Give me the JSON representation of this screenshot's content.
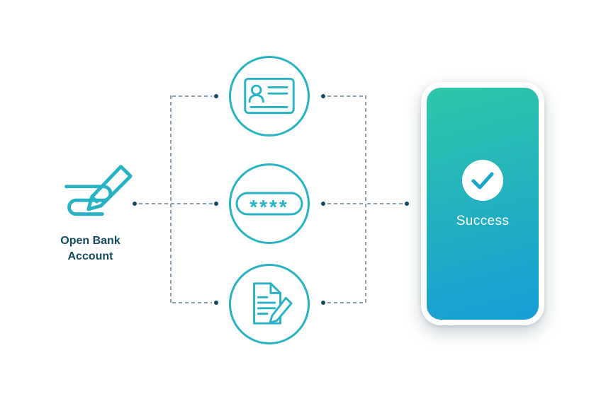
{
  "colors": {
    "accent_teal": "#27b3c4",
    "navy_text": "#114a5f",
    "dash_line": "#8aa0ae",
    "dot": "#114a5f",
    "phone_gradient_top": "#2ec6a8",
    "phone_gradient_bottom": "#189dd6",
    "checkmark": "#18a6c9"
  },
  "left_node": {
    "label_line1": "Open Bank",
    "label_line2": "Account",
    "icon": "signature-pen-icon"
  },
  "steps": [
    {
      "icon": "id-card-icon"
    },
    {
      "icon": "password-field-icon",
      "mask_text": "****"
    },
    {
      "icon": "document-signing-icon"
    }
  ],
  "phone": {
    "status_label": "Success",
    "icon": "checkmark-icon"
  }
}
